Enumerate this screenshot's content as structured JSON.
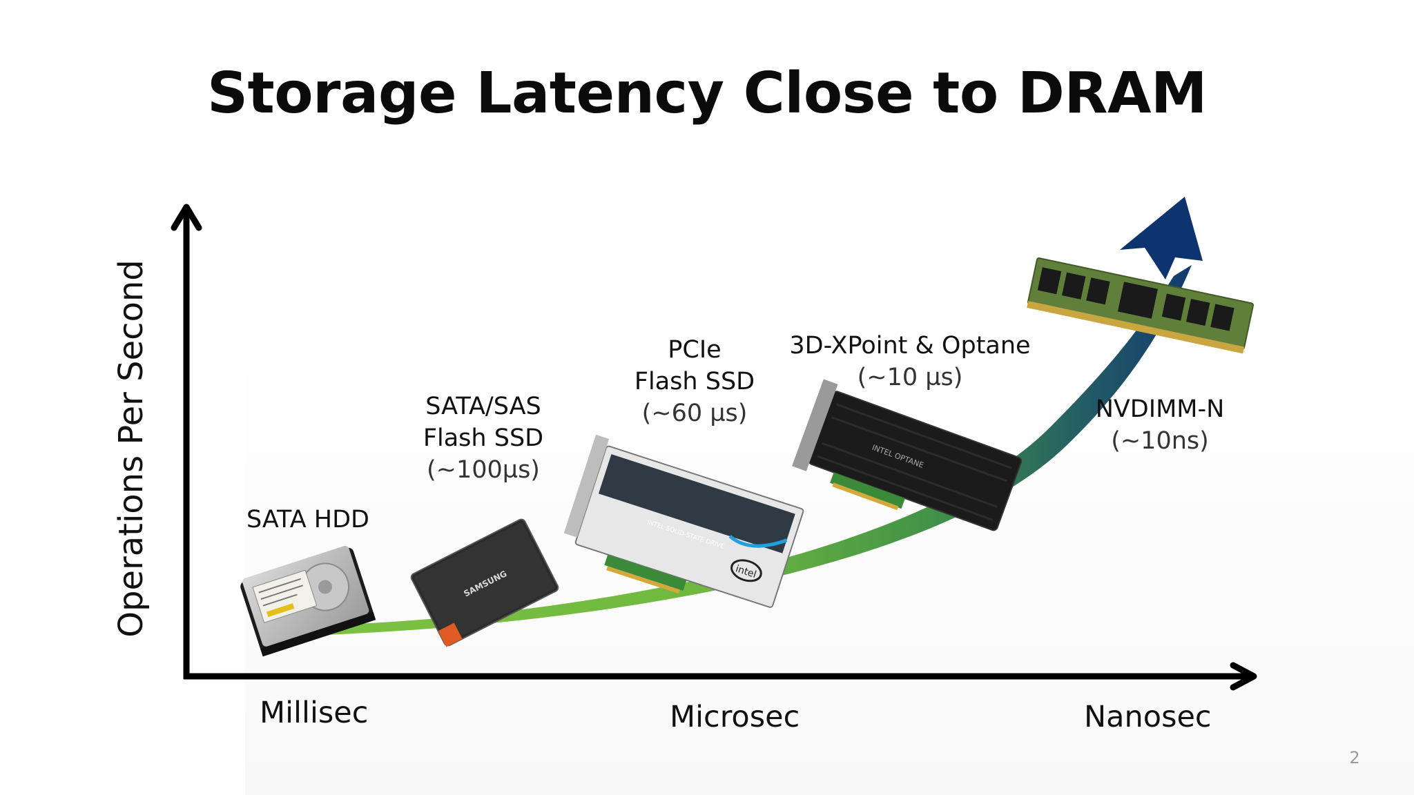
{
  "slide": {
    "title": "Storage Latency Close to DRAM",
    "page_number": "2"
  },
  "axes": {
    "y_label": "Operations Per Second",
    "x_ticks": [
      "Millisec",
      "Microsec",
      "Nanosec"
    ]
  },
  "devices": [
    {
      "name": "SATA HDD",
      "lines": [
        "SATA HDD"
      ],
      "latency": ""
    },
    {
      "name": "SATA/SAS Flash SSD",
      "lines": [
        "SATA/SAS",
        "Flash SSD"
      ],
      "latency": "(~100µs)"
    },
    {
      "name": "PCIe Flash SSD",
      "lines": [
        "PCIe",
        "Flash SSD"
      ],
      "latency": "(~60 µs)"
    },
    {
      "name": "3D-XPoint & Optane",
      "lines": [
        "3D-XPoint & Optane"
      ],
      "latency": "(~10 µs)"
    },
    {
      "name": "NVDIMM-N",
      "lines": [
        "NVDIMM-N"
      ],
      "latency": "(~10ns)"
    }
  ],
  "images": {
    "ssd_brand": "SAMSUNG",
    "pcie_brand": "intel",
    "pcie_model": "INTEL SOLID-STATE DRIVE",
    "optane_brand": "INTEL OPTANE"
  },
  "colors": {
    "curve_start": "#7cc242",
    "curve_mid": "#3b8a4a",
    "curve_end": "#0e3470",
    "axis": "#000000"
  }
}
